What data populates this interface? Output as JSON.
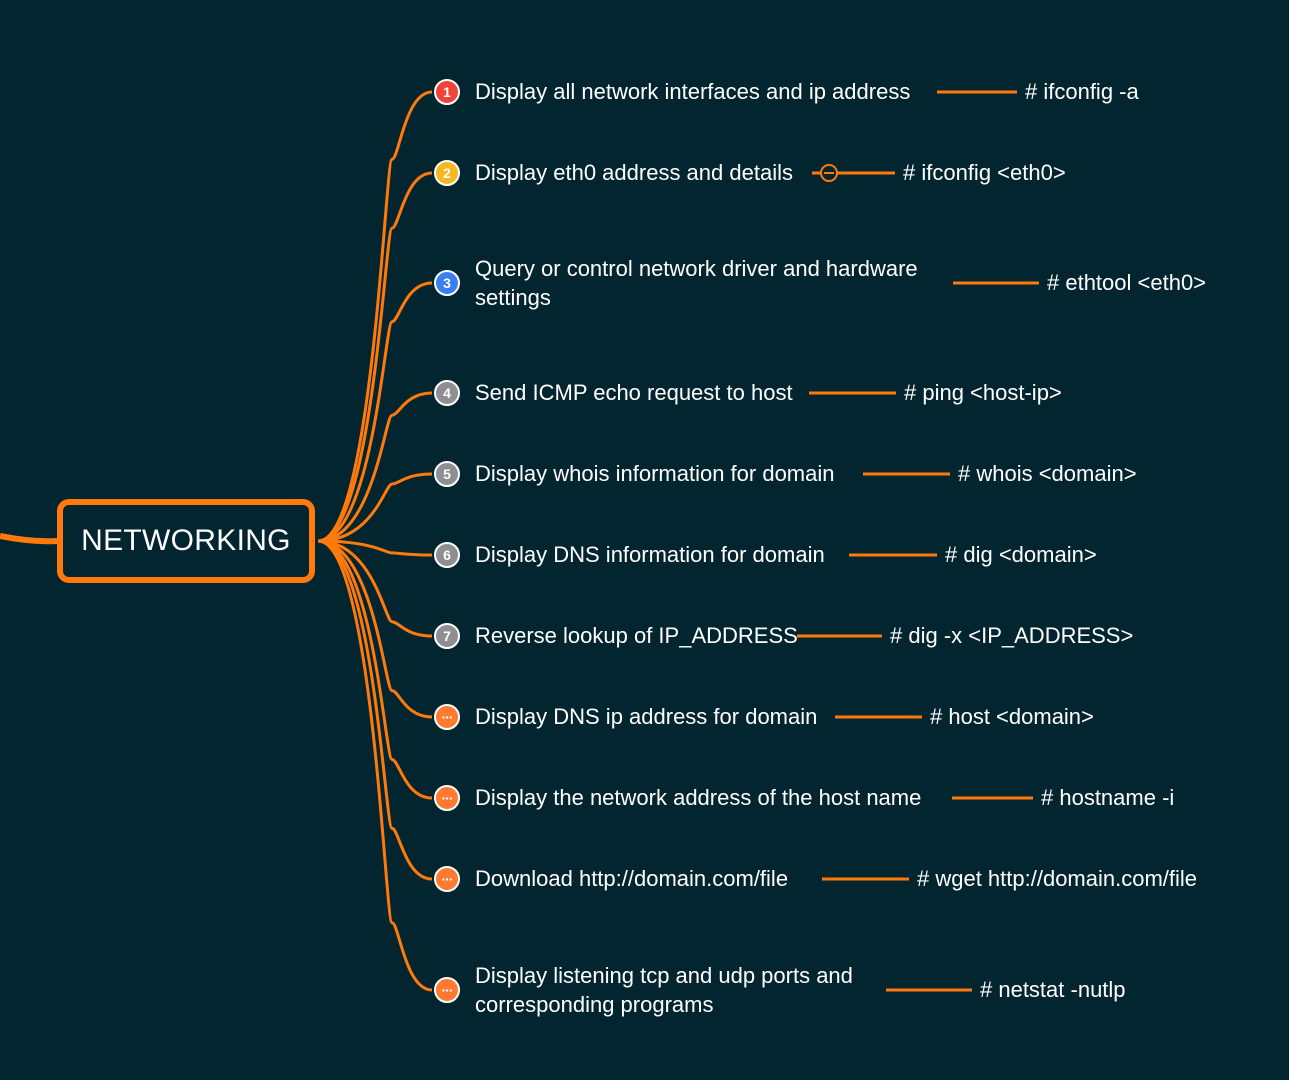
{
  "root": {
    "label": "NETWORKING"
  },
  "colors": {
    "background": "#032530",
    "branch": "#ff7a0a",
    "text": "#ffffff",
    "badge_red": "#f0443a",
    "badge_yellow": "#f5b820",
    "badge_blue": "#3a7ef0",
    "badge_gray": "#8e8e93",
    "badge_orange": "#ff7a2e"
  },
  "items": [
    {
      "badge": "1",
      "badge_color": "badge_red",
      "description": "Display all network interfaces and ip address",
      "command": "# ifconfig -a"
    },
    {
      "badge": "2",
      "badge_color": "badge_yellow",
      "description": "Display eth0 address and details",
      "command": "# ifconfig <eth0>"
    },
    {
      "badge": "3",
      "badge_color": "badge_blue",
      "description": "Query or control network driver and hardware settings",
      "command": "# ethtool <eth0>"
    },
    {
      "badge": "4",
      "badge_color": "badge_gray",
      "description": "Send ICMP echo request to host",
      "command": "# ping <host-ip>"
    },
    {
      "badge": "5",
      "badge_color": "badge_gray",
      "description": "Display whois information for domain",
      "command": "# whois <domain>"
    },
    {
      "badge": "6",
      "badge_color": "badge_gray",
      "description": "Display DNS information for domain",
      "command": "# dig <domain>"
    },
    {
      "badge": "7",
      "badge_color": "badge_gray",
      "description": "Reverse lookup of IP_ADDRESS",
      "command": "# dig -x <IP_ADDRESS>"
    },
    {
      "badge": "···",
      "badge_color": "badge_orange",
      "description": "Display DNS ip address for domain",
      "command": "# host <domain>"
    },
    {
      "badge": "···",
      "badge_color": "badge_orange",
      "description": "Display the network address of the host name",
      "command": "# hostname -i"
    },
    {
      "badge": "···",
      "badge_color": "badge_orange",
      "description": "Download http://domain.com/file",
      "command": "# wget http://domain.com/file"
    },
    {
      "badge": "···",
      "badge_color": "badge_orange",
      "description": "Display listening tcp and udp ports and corresponding programs",
      "command": "# netstat -nutlp"
    }
  ]
}
